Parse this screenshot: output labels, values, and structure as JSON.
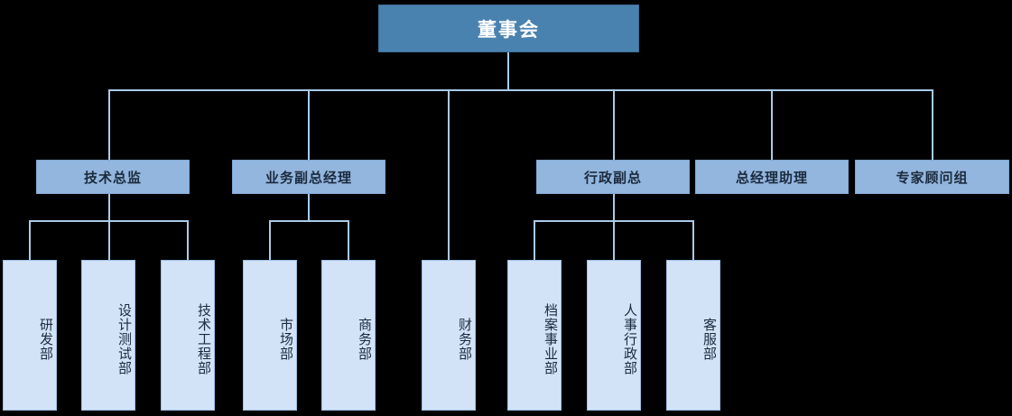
{
  "chart_data": {
    "type": "diagram",
    "diagram_type": "organization-chart",
    "title": "",
    "orientation": "top-down",
    "levels": 3,
    "colors": {
      "level1_fill": "#4a82af",
      "level1_text": "#ffffff",
      "level2_fill": "#93b6de",
      "level2_text": "#1b2a3d",
      "level3_fill": "#d2e3f8",
      "level3_text": "#1b2a3d",
      "connector": "#aacbe8",
      "background": "#000000"
    },
    "nodes": [
      {
        "id": "board",
        "label": "董事会",
        "level": 1,
        "parent": null
      },
      {
        "id": "tech_director",
        "label": "技术总监",
        "level": 2,
        "parent": "board"
      },
      {
        "id": "biz_vp",
        "label": "业务副总经理",
        "level": 2,
        "parent": "board"
      },
      {
        "id": "admin_vp",
        "label": "行政副总",
        "level": 2,
        "parent": "board"
      },
      {
        "id": "gm_assistant",
        "label": "总经理助理",
        "level": 2,
        "parent": "board"
      },
      {
        "id": "expert_group",
        "label": "专家顾问组",
        "level": 2,
        "parent": "board"
      },
      {
        "id": "rd_dept",
        "label": "研发部",
        "level": 3,
        "parent": "tech_director"
      },
      {
        "id": "design_test_dept",
        "label": "设计测试部",
        "level": 3,
        "parent": "tech_director"
      },
      {
        "id": "tech_eng_dept",
        "label": "技术工程部",
        "level": 3,
        "parent": "tech_director"
      },
      {
        "id": "market_dept",
        "label": "市场部",
        "level": 3,
        "parent": "biz_vp"
      },
      {
        "id": "commerce_dept",
        "label": "商务部",
        "level": 3,
        "parent": "biz_vp"
      },
      {
        "id": "finance_dept",
        "label": "财务部",
        "level": 3,
        "parent": "board"
      },
      {
        "id": "archive_div",
        "label": "档案事业部",
        "level": 3,
        "parent": "admin_vp"
      },
      {
        "id": "hr_admin_dept",
        "label": "人事行政部",
        "level": 3,
        "parent": "admin_vp"
      },
      {
        "id": "service_dept",
        "label": "客服部",
        "level": 3,
        "parent": "admin_vp"
      }
    ]
  },
  "level1": {
    "board": "董事会"
  },
  "level2": {
    "tech_director": "技术总监",
    "biz_vp": "业务副总经理",
    "admin_vp": "行政副总",
    "gm_assistant": "总经理助理",
    "expert_group": "专家顾问组"
  },
  "level3": {
    "rd_dept": "研发部",
    "design_test_dept": "设计测试部",
    "tech_eng_dept": "技术工程部",
    "market_dept": "市场部",
    "commerce_dept": "商务部",
    "finance_dept": "财务部",
    "archive_div": "档案事业部",
    "hr_admin_dept": "人事行政部",
    "service_dept": "客服部"
  }
}
